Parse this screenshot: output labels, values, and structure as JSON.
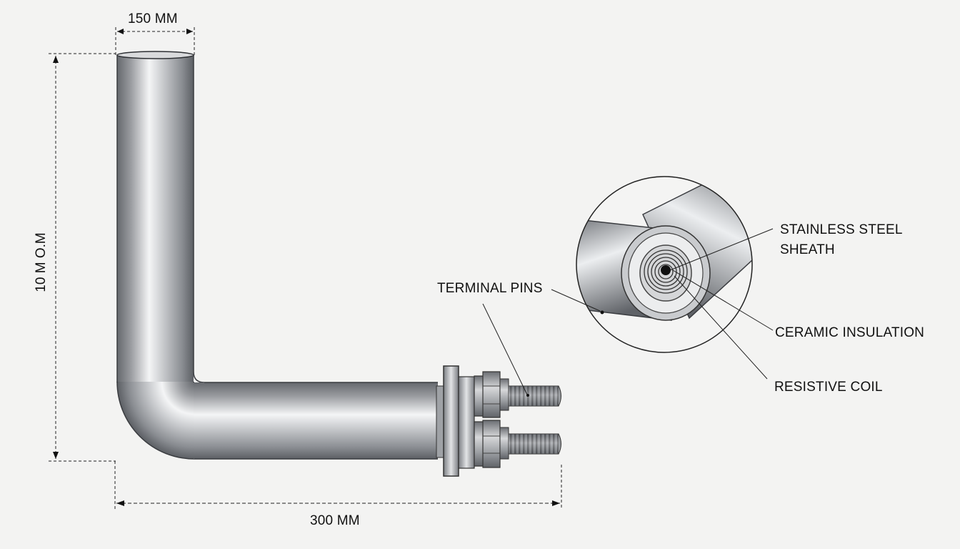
{
  "dimensions": {
    "top_width": "150 MM",
    "height": "10 M O.M",
    "bottom_length": "300 MM"
  },
  "callouts": {
    "terminal_pins": "TERMINAL PINS",
    "sheath_line1": "STAINLESS STEEL",
    "sheath_line2": "SHEATH",
    "insulation": "CERAMIC INSULATION",
    "coil": "RESISTIVE COIL"
  },
  "colors": {
    "background": "#f3f3f2",
    "dimension_line": "#222222",
    "metal_dark": "#6d7075",
    "metal_light": "#f2f3f4"
  }
}
